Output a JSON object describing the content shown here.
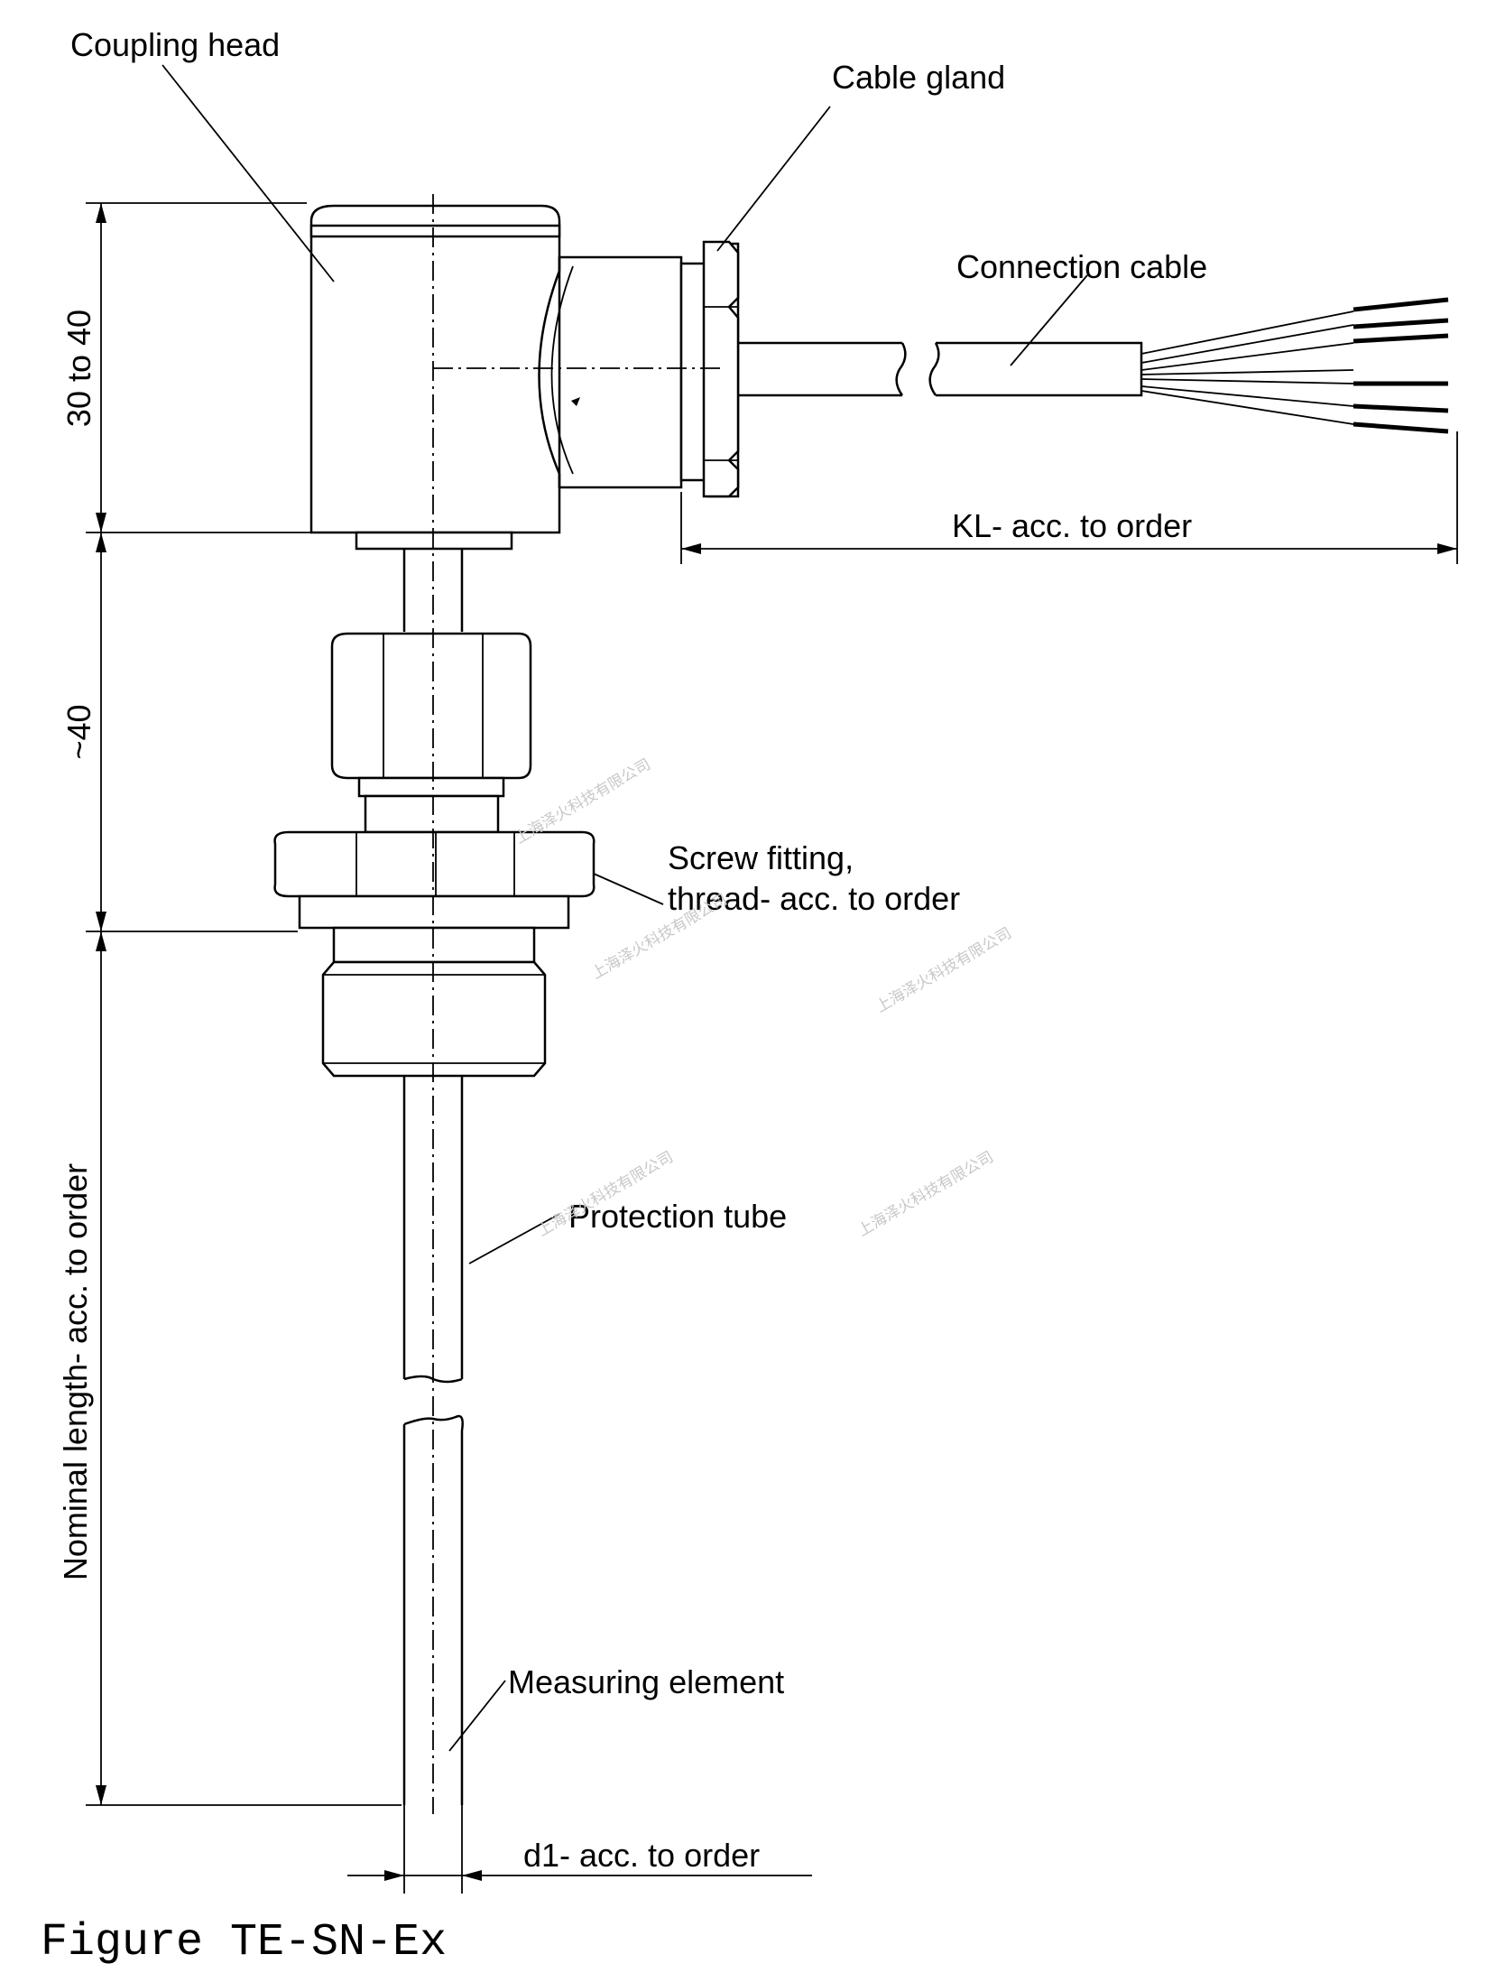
{
  "labels": {
    "coupling_head": "Coupling head",
    "cable_gland": "Cable gland",
    "connection_cable": "Connection cable",
    "screw_fitting_line1": "Screw fitting,",
    "screw_fitting_line2": "thread- acc. to order",
    "protection_tube": "Protection tube",
    "measuring_element": "Measuring element"
  },
  "dimensions": {
    "head_height": "30 to 40",
    "fitting_height": "~40",
    "nominal_length": "Nominal length- acc. to order",
    "cable_length": "KL- acc. to order",
    "diameter": "d1- acc. to order"
  },
  "caption": "Figure TE-SN-Ex",
  "watermark": "上海泽火科技有限公司"
}
